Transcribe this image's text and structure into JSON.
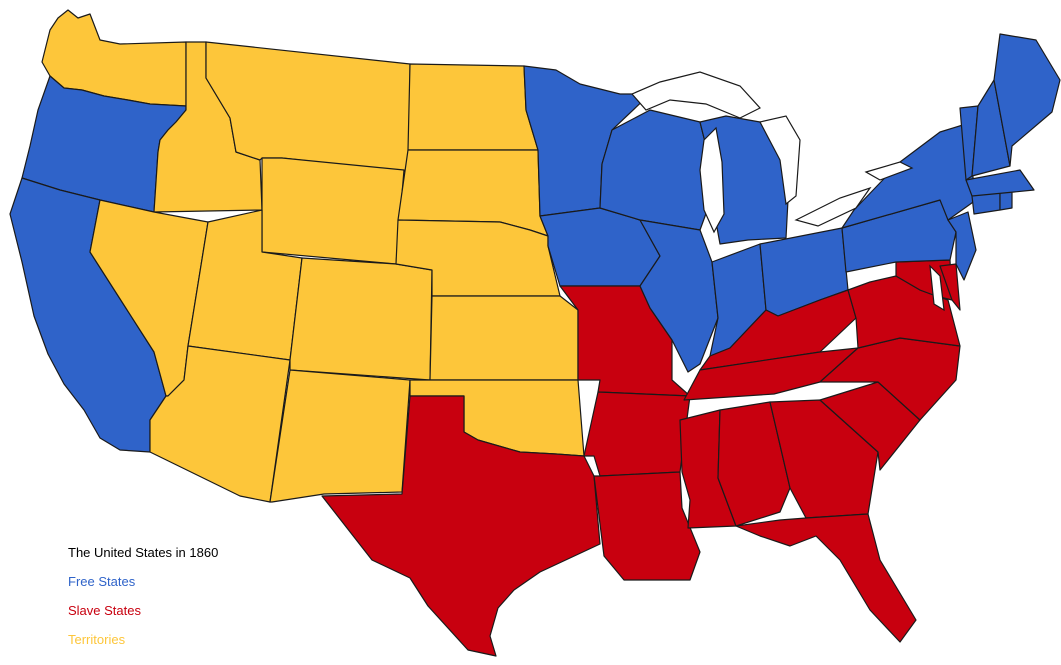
{
  "legend": {
    "title": "The United States in 1860",
    "free_label": "Free States",
    "slave_label": "Slave States",
    "territories_label": "Territories"
  },
  "colors": {
    "free": "#2f63c9",
    "slave": "#c8000f",
    "territory": "#fdc63a",
    "border": "#1a1a1a",
    "legend_title": "#000000",
    "background": "#ffffff"
  },
  "states": [
    {
      "id": "WA",
      "status": "territory"
    },
    {
      "id": "OR",
      "status": "free"
    },
    {
      "id": "CA",
      "status": "free"
    },
    {
      "id": "ID",
      "status": "territory"
    },
    {
      "id": "NV",
      "status": "territory"
    },
    {
      "id": "MT",
      "status": "territory"
    },
    {
      "id": "WY",
      "status": "territory"
    },
    {
      "id": "UT",
      "status": "territory"
    },
    {
      "id": "AZ",
      "status": "territory"
    },
    {
      "id": "CO",
      "status": "territory"
    },
    {
      "id": "NM",
      "status": "territory"
    },
    {
      "id": "ND",
      "status": "territory"
    },
    {
      "id": "SD",
      "status": "territory"
    },
    {
      "id": "NE",
      "status": "territory"
    },
    {
      "id": "KS",
      "status": "territory"
    },
    {
      "id": "OK",
      "status": "territory"
    },
    {
      "id": "TX",
      "status": "slave"
    },
    {
      "id": "MN",
      "status": "free"
    },
    {
      "id": "IA",
      "status": "free"
    },
    {
      "id": "MO",
      "status": "slave"
    },
    {
      "id": "AR",
      "status": "slave"
    },
    {
      "id": "LA",
      "status": "slave"
    },
    {
      "id": "WI",
      "status": "free"
    },
    {
      "id": "IL",
      "status": "free"
    },
    {
      "id": "MI",
      "status": "free"
    },
    {
      "id": "IN",
      "status": "free"
    },
    {
      "id": "OH",
      "status": "free"
    },
    {
      "id": "KY",
      "status": "slave"
    },
    {
      "id": "TN",
      "status": "slave"
    },
    {
      "id": "MS",
      "status": "slave"
    },
    {
      "id": "AL",
      "status": "slave"
    },
    {
      "id": "GA",
      "status": "slave"
    },
    {
      "id": "FL",
      "status": "slave"
    },
    {
      "id": "SC",
      "status": "slave"
    },
    {
      "id": "NC",
      "status": "slave"
    },
    {
      "id": "VA",
      "status": "slave"
    },
    {
      "id": "MD",
      "status": "slave"
    },
    {
      "id": "DE",
      "status": "slave"
    },
    {
      "id": "PA",
      "status": "free"
    },
    {
      "id": "NJ",
      "status": "free"
    },
    {
      "id": "NY",
      "status": "free"
    },
    {
      "id": "CT",
      "status": "free"
    },
    {
      "id": "RI",
      "status": "free"
    },
    {
      "id": "MA",
      "status": "free"
    },
    {
      "id": "VT",
      "status": "free"
    },
    {
      "id": "NH",
      "status": "free"
    },
    {
      "id": "ME",
      "status": "free"
    }
  ]
}
